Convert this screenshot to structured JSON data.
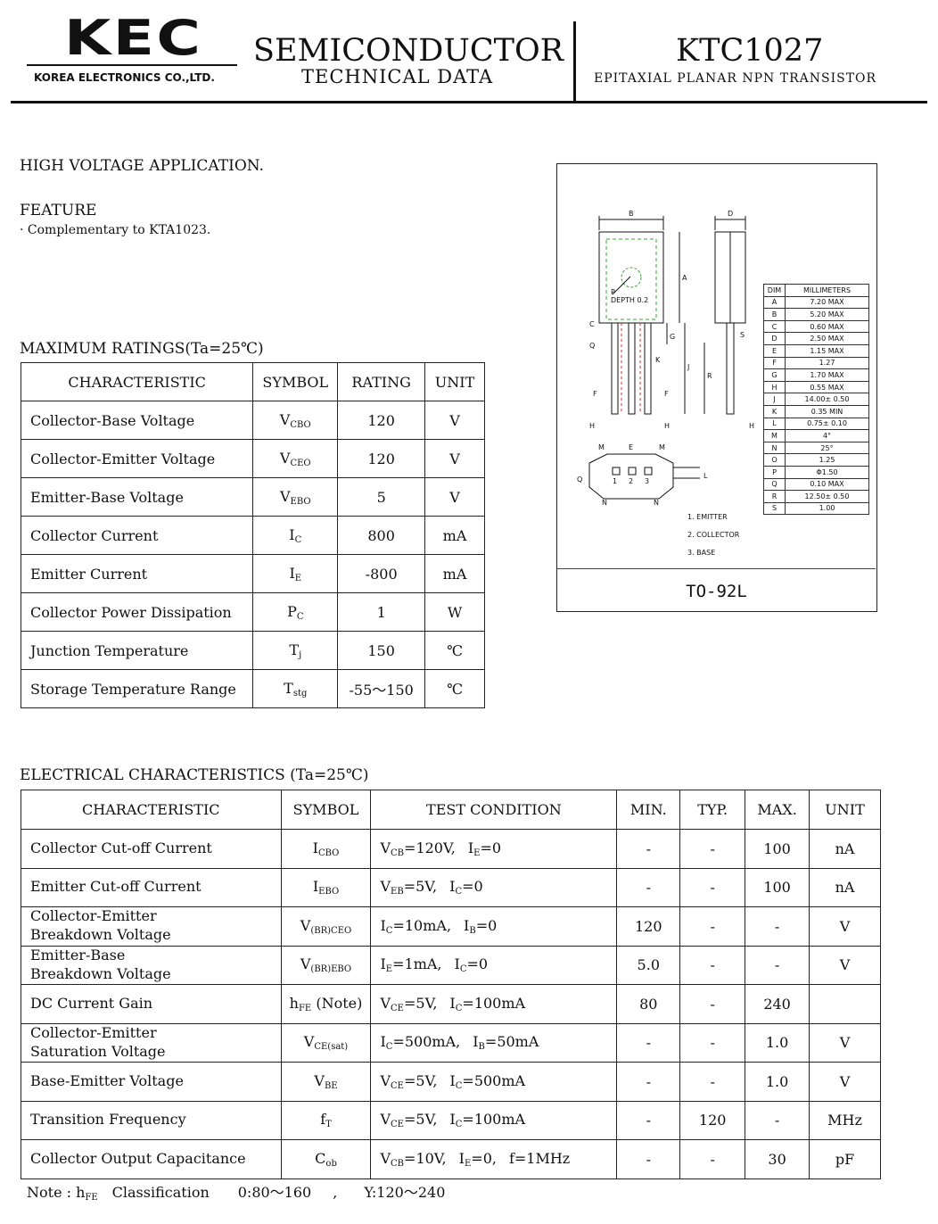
{
  "header": {
    "logo": "KEC",
    "company": "KOREA ELECTRONICS CO.,LTD.",
    "title": "SEMICONDUCTOR",
    "subtitle": "TECHNICAL DATA",
    "part_number": "KTC1027",
    "part_type": "EPITAXIAL PLANAR NPN TRANSISTOR"
  },
  "application": "HIGH VOLTAGE APPLICATION.",
  "feature": {
    "heading": "FEATURE",
    "items": [
      "· Complementary to KTA1023."
    ]
  },
  "max_ratings": {
    "title": "MAXIMUM RATINGS(Ta=25℃)",
    "headers": [
      "CHARACTERISTIC",
      "SYMBOL",
      "RATING",
      "UNIT"
    ],
    "rows": [
      {
        "characteristic": "Collector-Base Voltage",
        "sym": "V",
        "sub": "CBO",
        "rating": "120",
        "unit": "V"
      },
      {
        "characteristic": "Collector-Emitter Voltage",
        "sym": "V",
        "sub": "CEO",
        "rating": "120",
        "unit": "V"
      },
      {
        "characteristic": "Emitter-Base Voltage",
        "sym": "V",
        "sub": "EBO",
        "rating": "5",
        "unit": "V"
      },
      {
        "characteristic": "Collector Current",
        "sym": "I",
        "sub": "C",
        "rating": "800",
        "unit": "mA"
      },
      {
        "characteristic": "Emitter Current",
        "sym": "I",
        "sub": "E",
        "rating": "-800",
        "unit": "mA"
      },
      {
        "characteristic": "Collector Power Dissipation",
        "sym": "P",
        "sub": "C",
        "rating": "1",
        "unit": "W"
      },
      {
        "characteristic": "Junction Temperature",
        "sym": "T",
        "sub": "j",
        "rating": "150",
        "unit": "℃"
      },
      {
        "characteristic": "Storage Temperature Range",
        "sym": "T",
        "sub": "stg",
        "rating": "-55～150",
        "unit": "℃"
      }
    ]
  },
  "package": {
    "name": "TO-92L",
    "depth_label": "DEPTH 0.2",
    "dim_labels": [
      "A",
      "B",
      "C",
      "D",
      "E",
      "F",
      "G",
      "H",
      "J",
      "K",
      "L",
      "M",
      "N",
      "P",
      "Q",
      "R",
      "S"
    ],
    "pin_numbers": [
      "1",
      "2",
      "3"
    ],
    "pins": [
      "1. EMITTER",
      "2. COLLECTOR",
      "3. BASE"
    ],
    "dim_headers": [
      "DIM",
      "MILLIMETERS"
    ],
    "dims": [
      [
        "A",
        "7.20 MAX"
      ],
      [
        "B",
        "5.20 MAX"
      ],
      [
        "C",
        "0.60 MAX"
      ],
      [
        "D",
        "2.50 MAX"
      ],
      [
        "E",
        "1.15 MAX"
      ],
      [
        "F",
        "1.27"
      ],
      [
        "G",
        "1.70 MAX"
      ],
      [
        "H",
        "0.55 MAX"
      ],
      [
        "J",
        "14.00± 0.50"
      ],
      [
        "K",
        "0.35 MIN"
      ],
      [
        "L",
        "0.75± 0.10"
      ],
      [
        "M",
        "4°"
      ],
      [
        "N",
        "25°"
      ],
      [
        "O",
        "1.25"
      ],
      [
        "P",
        "Φ1.50"
      ],
      [
        "Q",
        "0.10 MAX"
      ],
      [
        "R",
        "12.50± 0.50"
      ],
      [
        "S",
        "1.00"
      ]
    ]
  },
  "electrical": {
    "title": "ELECTRICAL CHARACTERISTICS (Ta=25℃)",
    "headers": [
      "CHARACTERISTIC",
      "SYMBOL",
      "TEST CONDITION",
      "MIN.",
      "TYP.",
      "MAX.",
      "UNIT"
    ],
    "rows": [
      {
        "c1": "Collector Cut-off Current",
        "c2": "",
        "sym": "I",
        "sub": "CBO",
        "sym_suffix": "",
        "cond": [
          [
            "V",
            "CB",
            "=120V,"
          ],
          [
            "I",
            "E",
            "=0"
          ]
        ],
        "min": "-",
        "typ": "-",
        "max": "100",
        "unit": "nA"
      },
      {
        "c1": "Emitter Cut-off Current",
        "c2": "",
        "sym": "I",
        "sub": "EBO",
        "sym_suffix": "",
        "cond": [
          [
            "V",
            "EB",
            "=5V,"
          ],
          [
            "I",
            "C",
            "=0"
          ]
        ],
        "min": "-",
        "typ": "-",
        "max": "100",
        "unit": "nA"
      },
      {
        "c1": "Collector-Emitter",
        "c2": "Breakdown Voltage",
        "sym": "V",
        "sub": "(BR)CEO",
        "sym_suffix": "",
        "cond": [
          [
            "I",
            "C",
            "=10mA,"
          ],
          [
            "I",
            "B",
            "=0"
          ]
        ],
        "min": "120",
        "typ": "-",
        "max": "-",
        "unit": "V"
      },
      {
        "c1": "Emitter-Base",
        "c2": "Breakdown Voltage",
        "sym": "V",
        "sub": "(BR)EBO",
        "sym_suffix": "",
        "cond": [
          [
            "I",
            "E",
            "=1mA,"
          ],
          [
            "I",
            "C",
            "=0"
          ]
        ],
        "min": "5.0",
        "typ": "-",
        "max": "-",
        "unit": "V"
      },
      {
        "c1": "DC Current Gain",
        "c2": "",
        "sym": "h",
        "sub": "FE",
        "sym_suffix": " (Note)",
        "cond": [
          [
            "V",
            "CE",
            "=5V,"
          ],
          [
            "I",
            "C",
            "=100mA"
          ]
        ],
        "min": "80",
        "typ": "-",
        "max": "240",
        "unit": ""
      },
      {
        "c1": "Collector-Emitter",
        "c2": "Saturation Voltage",
        "sym": "V",
        "sub": "CE(sat)",
        "sym_suffix": "",
        "cond": [
          [
            "I",
            "C",
            "=500mA,"
          ],
          [
            "I",
            "B",
            "=50mA"
          ]
        ],
        "min": "-",
        "typ": "-",
        "max": "1.0",
        "unit": "V"
      },
      {
        "c1": "Base-Emitter Voltage",
        "c2": "",
        "sym": "V",
        "sub": "BE",
        "sym_suffix": "",
        "cond": [
          [
            "V",
            "CE",
            "=5V,"
          ],
          [
            "I",
            "C",
            "=500mA"
          ]
        ],
        "min": "-",
        "typ": "-",
        "max": "1.0",
        "unit": "V"
      },
      {
        "c1": "Transition Frequency",
        "c2": "",
        "sym": "f",
        "sub": "T",
        "sym_suffix": "",
        "cond": [
          [
            "V",
            "CE",
            "=5V,"
          ],
          [
            "I",
            "C",
            "=100mA"
          ]
        ],
        "min": "-",
        "typ": "120",
        "max": "-",
        "unit": "MHz"
      },
      {
        "c1": "Collector Output Capacitance",
        "c2": "",
        "sym": "C",
        "sub": "ob",
        "sym_suffix": "",
        "cond": [
          [
            "V",
            "CB",
            "=10V,"
          ],
          [
            "I",
            "E",
            "=0,"
          ],
          [
            "f",
            "",
            "=1MHz"
          ]
        ],
        "min": "-",
        "typ": "-",
        "max": "30",
        "unit": "pF"
      }
    ]
  },
  "note": {
    "prefix": "Note : h",
    "sub": "FE",
    "label": "Classification",
    "o": "0:80～160",
    "sep": ",",
    "y": "Y:120～240"
  }
}
